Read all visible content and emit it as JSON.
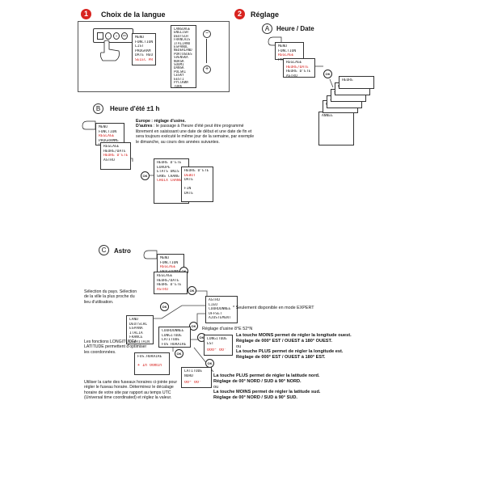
{
  "section1": {
    "number": "1",
    "title": "Choix de la langue",
    "menu_screen": [
      "MENU",
      "FONCTION",
      "LIST",
      "PROGRAM",
      "DATE HEU",
      "SELEC PR"
    ],
    "language_list": [
      "LANGUAGE",
      "ENGLISH",
      "DEUTSCH",
      "FRANCAIS",
      "ITALIANO",
      "ESPANOL",
      "NEDERLAND",
      "PORTUGUES",
      "SVENSKA",
      "NORSK",
      "SUOMI",
      "DANSK",
      "POLSKI",
      "CESKY",
      "EESTI",
      "PYCCKИЙ",
      "TURK"
    ]
  },
  "section2": {
    "number": "2",
    "title": "Réglage"
  },
  "partA": {
    "letter": "A",
    "title": "Heure / Date",
    "menu_screen": [
      "MENU",
      "FONCTION",
      "REGLAGE",
      "PROGRAMME"
    ],
    "reglage_screen": [
      "REGLAGE",
      "HEURE/DATE",
      "HEURE D'ETE",
      "ASTRO"
    ],
    "cards": [
      "HEURE",
      "MINUTE",
      "SECONDE",
      "JOUR",
      "MOIS",
      "ANNEE"
    ]
  },
  "partB": {
    "letter": "B",
    "title": "Heure d'été ±1 h",
    "europe_line": "Europe : réglage d'usine.",
    "others_lead": "D'autres",
    "others_text": " : le passage à l'heure d'été peut être programmé librement en saisissant une date de début et une date de fin et sera toujours exécuté le même jour de la semaine, par exemple le dimanche, au cours des années suivantes.",
    "menu_screen": [
      "MENU",
      "FONCTION",
      "REGLAGE",
      "PROGRAMME",
      "CLE DE PROG"
    ],
    "reglage_screen": [
      "REGLAGE",
      "HEURE/DATE",
      "HEURE D'ETE",
      "ASTRO"
    ],
    "summer_screen": [
      "HEURE D'ETE",
      "EUROPE",
      "ETATS UNIS",
      "SANS CHANG",
      "CHOIX CHANG"
    ],
    "date_screen": [
      "HEURE D'ETE",
      "DEBUT",
      "DATE",
      "",
      "FIN",
      "DATE"
    ]
  },
  "partC": {
    "letter": "C",
    "title": "Astro",
    "menu_screen": [
      "MENU",
      "FONCTION",
      "REGLAGE",
      "PROGRAMME"
    ],
    "reglage_screen": [
      "REGLAGE",
      "HEURE/DATE",
      "HEURE D'ETE",
      "ASTRO"
    ],
    "astro_screen": [
      "ASTRO",
      "LIEU",
      "COORDONNEE",
      "OFFSET",
      "AJUSTEMENT"
    ],
    "expert_note": "* Seulement disponible en mode EXPERT",
    "country_text": "Sélection du pays. Sélection de la ville la plus proche du lieu d'utilisation.",
    "country_screen": [
      "LAND",
      "DEUTSCHL",
      "ESPANA",
      "ITALIA",
      "FRANCE",
      "G.BRITAIN"
    ],
    "usine": "Réglage d'usine 8°E 52°N",
    "coord_screen": [
      "COORDONNEE",
      "LONGITUDE",
      "LATITUDE",
      "FUS HORAIRE"
    ],
    "longitude_screen": [
      "LONGITUDE",
      "EST"
    ],
    "longitude_value": "000° 00'",
    "latitude_screen": [
      "LATITUDE",
      "NORD"
    ],
    "latitude_value": "00° 00'",
    "fus_screen": [
      "FUS.HORAIRE"
    ],
    "fus_value": "+ 1h 00min",
    "lon_lat_text": "Les fonctions LONGITUDE/ LATITUDE permettent d'optimiser les coordonnées.",
    "fus_text": "Utiliser la carte des fuseaux horaires ci-jointe pour régler le fuseau horaire. Déterminez le décalage horaire de votre site par rapport au temps UTC (Universal time coordinated) et réglez la valeur.",
    "lon_moins_lead": "La touche MOINS permet de régler la longitude ouest.",
    "lon_moins_range": "Réglage de 000° EST / OUEST à 180° OUEST.",
    "ou1": "ou",
    "lon_plus_lead": "La touche PLUS permet de régler la longitude est.",
    "lon_plus_range": "Réglage de 000° EST / OUEST à 180° EST.",
    "lat_plus_lead": "La touche PLUS permet de régler la latitude nord.",
    "lat_plus_range": "Réglage de 00° NORD / SUD à 90° NORD.",
    "ou2": "ou",
    "lat_moins_lead": "La touche MOINS permet de régler la latitude sud.",
    "lat_moins_range": "Réglage de 00° NORD / SUD à 90° SUD."
  },
  "ok_label": "OK",
  "colors": {
    "accent": "#d8231f",
    "frame": "#555555"
  }
}
